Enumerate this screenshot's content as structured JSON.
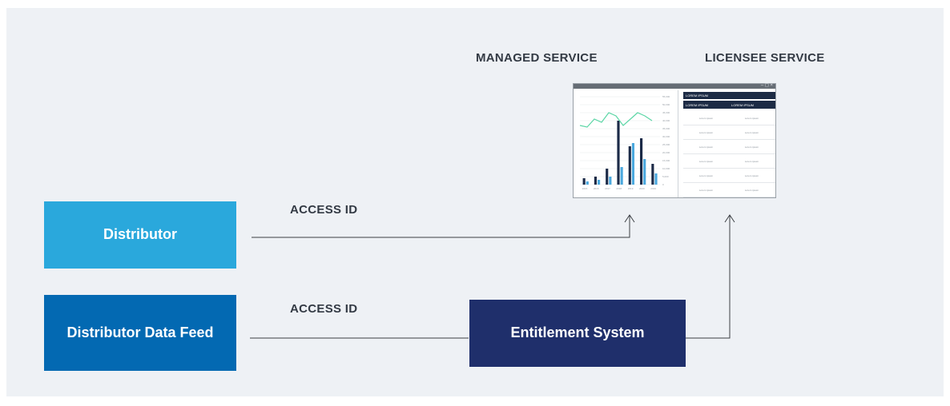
{
  "headings": {
    "managed_service": "MANAGED SERVICE",
    "licensee_service": "LICENSEE  SERVICE"
  },
  "nodes": {
    "distributor": {
      "label": "Distributor",
      "color": "#2aa8dc"
    },
    "data_feed": {
      "label": "Distributor Data Feed",
      "color": "#0369b2"
    },
    "entitlement": {
      "label": "Entitlement System",
      "color": "#1f2f6b"
    }
  },
  "edge_labels": {
    "top": "ACCESS  ID",
    "bottom": "ACCESS  ID"
  },
  "colors": {
    "panel_background": "#eef1f5",
    "line": "#3c3f44",
    "bar_dark": "#1b2a47",
    "bar_light": "#4aa8de",
    "trend_line": "#5cd6a6"
  },
  "mock_app": {
    "window_controls": "– ◻ ×",
    "table_title": "LOREM IPSUM",
    "table_columns": [
      "LOREM IPSUM",
      "LOREM IPSUM"
    ],
    "table_cell_text": "Lorem ipsum",
    "chart": {
      "y_ticks": [
        "55,000",
        "50,000",
        "45,000",
        "40,000",
        "35,000",
        "30,000",
        "25,000",
        "20,000",
        "15,000",
        "10,000",
        "5,000",
        "0"
      ],
      "x_ticks": [
        "2015",
        "2016",
        "2017",
        "2018",
        "2019",
        "2020",
        "2019"
      ],
      "series_dark": [
        4,
        5,
        10,
        40,
        24,
        29,
        13
      ],
      "series_light": [
        2,
        3,
        5,
        11,
        26,
        16,
        7
      ],
      "trend": [
        37,
        36,
        41,
        39,
        45,
        43,
        37,
        41,
        45,
        43,
        40
      ]
    }
  }
}
